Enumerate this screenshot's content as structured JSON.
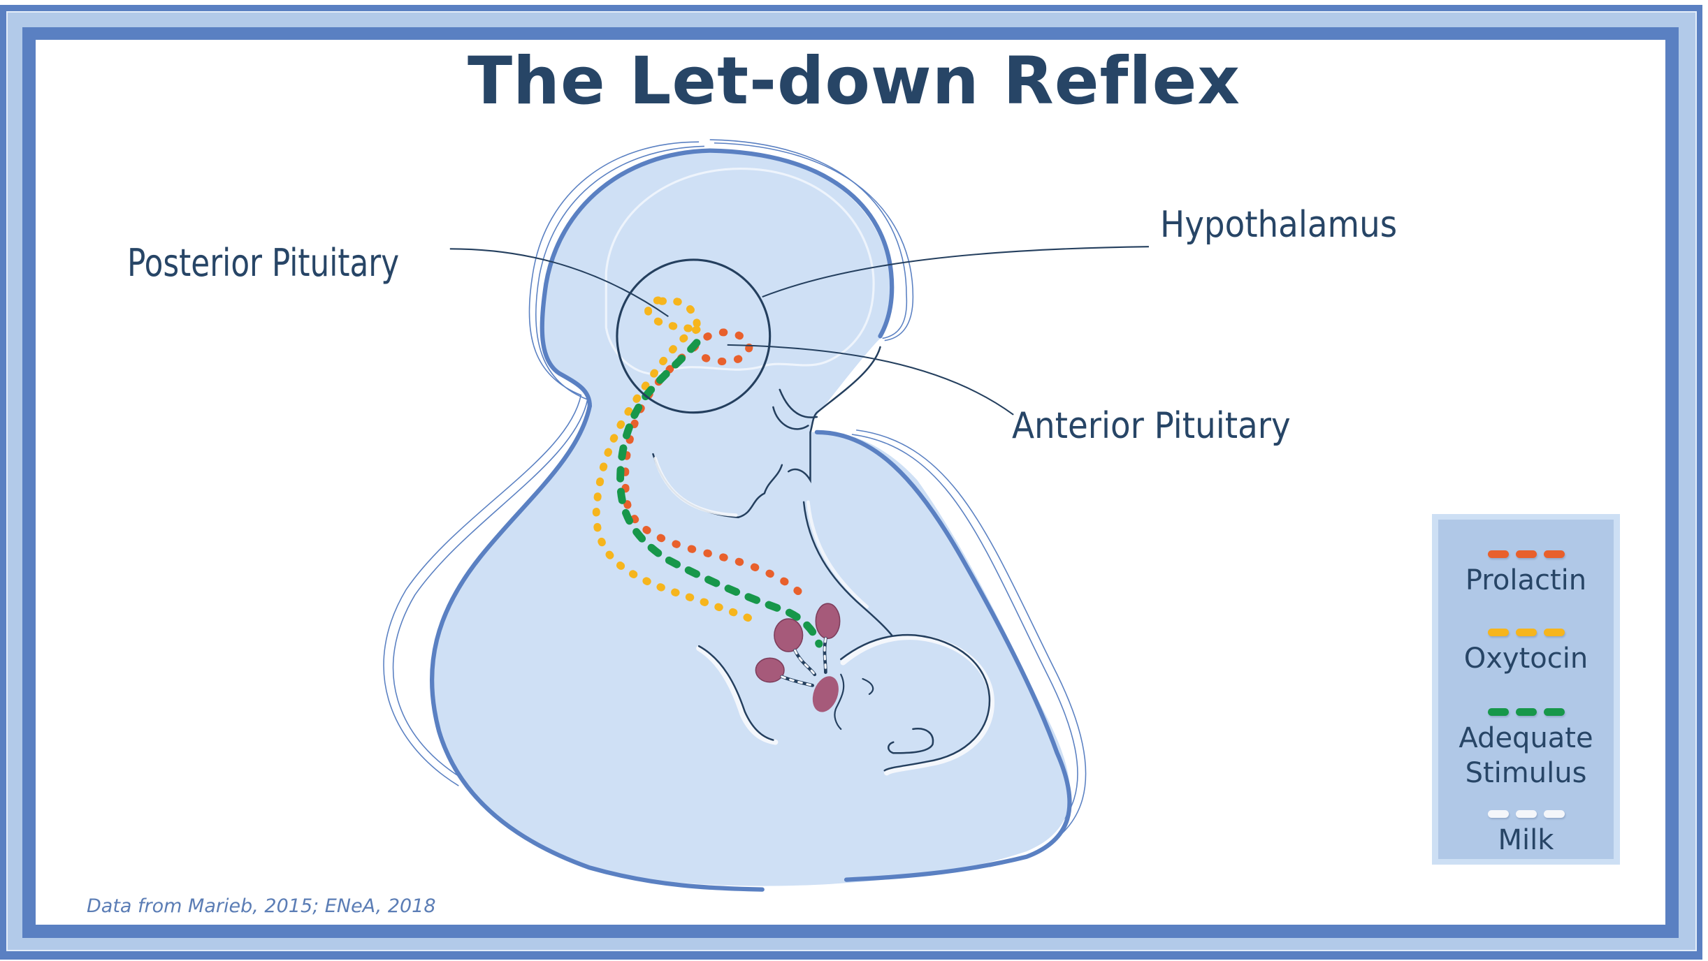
{
  "title": "The Let-down Reflex",
  "labels": {
    "posterior_pituitary": "Posterior Pituitary",
    "hypothalamus": "Hypothalamus",
    "anterior_pituitary": "Anterior Pituitary"
  },
  "caption": "Data from Marieb, 2015; ENeA, 2018",
  "legend": {
    "items": [
      {
        "label": "Prolactin",
        "color": "#e8602c",
        "icon": "orange-dashed-line"
      },
      {
        "label": "Oxytocin",
        "color": "#f6b51d",
        "icon": "yellow-dashed-line"
      },
      {
        "label": "Adequate Stimulus",
        "label_line1": "Adequate",
        "label_line2": "Stimulus",
        "color": "#17974a",
        "icon": "green-dashed-line"
      },
      {
        "label": "Milk",
        "color": "#f4f6fa",
        "icon": "white-dashed-line"
      }
    ]
  },
  "colors": {
    "frame_dark": "#5a80c2",
    "frame_light": "#b2cae9",
    "body_fill": "#cfe0f5",
    "outline": "#5a80c2",
    "ink": "#243f5e",
    "gland": "#a65a7a",
    "title": "#274566"
  }
}
